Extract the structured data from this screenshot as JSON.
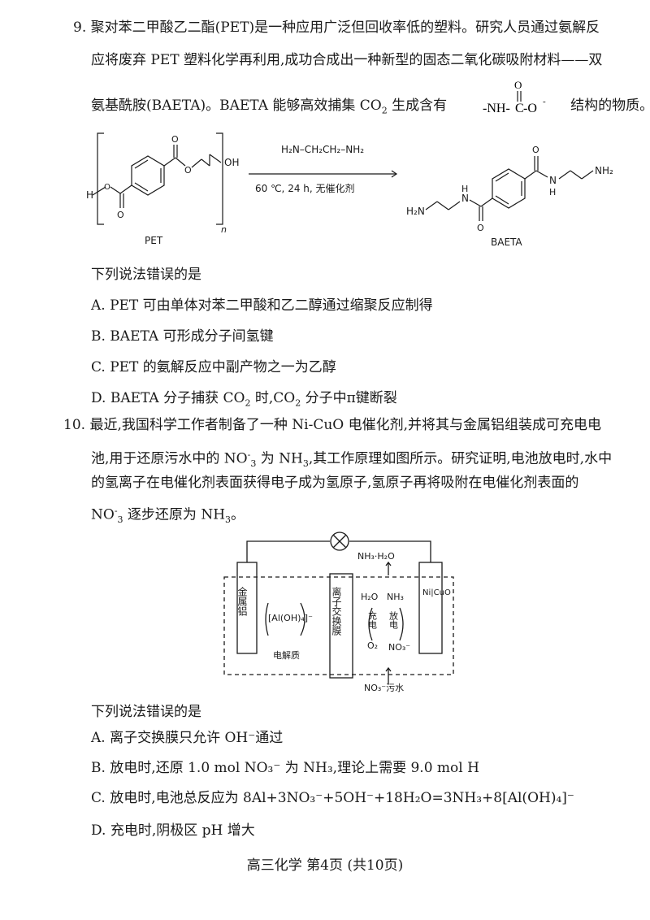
{
  "q9": {
    "number": "9.",
    "stem_line1": "聚对苯二甲酸乙二酯(PET)是一种应用广泛但回收率低的塑料。研究人员通过氨解反",
    "stem_line2": "应将废弃 PET 塑料化学再利用,成功合成出一种新型的固态二氧化碳吸附材料——双",
    "stem_line3_pre": "氨基酰胺(BAETA)。BAETA 能够高效捕集 CO",
    "stem_line3_post": " 生成含有",
    "stem_line3_end": "结构的物质。",
    "co2_sub": "2",
    "carbamate": {
      "nh": "-NH-",
      "c": "C",
      "o_top": "O",
      "o_minus": "-O",
      "minus": "-"
    },
    "figure": {
      "reagent": "H₂N–CH₂CH₂–NH₂",
      "conditions": "60 ℃, 24 h, 无催化剂",
      "pet_label": "PET",
      "baeta_label": "BAETA",
      "h": "H",
      "oh": "OH",
      "o": "O",
      "n_sub": "n",
      "nh2": "NH₂",
      "h2n": "H₂N",
      "nh": "N",
      "nh_h": "H"
    },
    "prompt": "下列说法错误的是",
    "options": {
      "A": "A. PET 可由单体对苯二甲酸和乙二醇通过缩聚反应制得",
      "B": "B. BAETA 可形成分子间氢键",
      "C": "C. PET 的氨解反应中副产物之一为乙醇",
      "D_pre": "D. BAETA 分子捕获 CO",
      "D_mid": " 时,CO",
      "D_post": " 分子中π键断裂",
      "sub2": "2"
    }
  },
  "q10": {
    "number": "10.",
    "stem_line1": "最近,我国科学工作者制备了一种 Ni-CuO 电催化剂,并将其与金属铝组装成可充电电",
    "stem_line2_pre": "池,用于还原污水中的 NO",
    "stem_line2_mid": " 为 NH",
    "stem_line2_post": ",其工作原理如图所示。研究证明,电池放电时,水中",
    "stem_line3": "的氢离子在电催化剂表面获得电子成为氢原子,氢原子再将吸附在电催化剂表面的",
    "stem_line4_pre": "NO",
    "stem_line4_mid": " 逐步还原为 NH",
    "stem_line4_post": "。",
    "sub3": "3",
    "sup_minus": "-",
    "figure": {
      "anode": "金属铝",
      "complex": "[Al(OH)₄]⁻",
      "membrane": "离子交换膜",
      "electrolyte": "电解质",
      "top_product": "NH₃·H₂O",
      "h2o": "H₂O",
      "nh3": "NH₃",
      "charge": "充电",
      "discharge": "放电",
      "o2": "O₂",
      "no3": "NO₃⁻",
      "cathode": "Ni|CuO",
      "inlet": "NO₃⁻污水"
    },
    "prompt": "下列说法错误的是",
    "options": {
      "A": "A. 离子交换膜只允许 OH⁻通过",
      "B": "B. 放电时,还原 1.0 mol NO₃⁻ 为 NH₃,理论上需要 9.0 mol H",
      "C": "C. 放电时,电池总反应为 8Al+3NO₃⁻+5OH⁻+18H₂O=3NH₃+8[Al(OH)₄]⁻",
      "D": "D. 充电时,阴极区 pH 增大"
    }
  },
  "footer": "高三化学 第4页 (共10页)"
}
